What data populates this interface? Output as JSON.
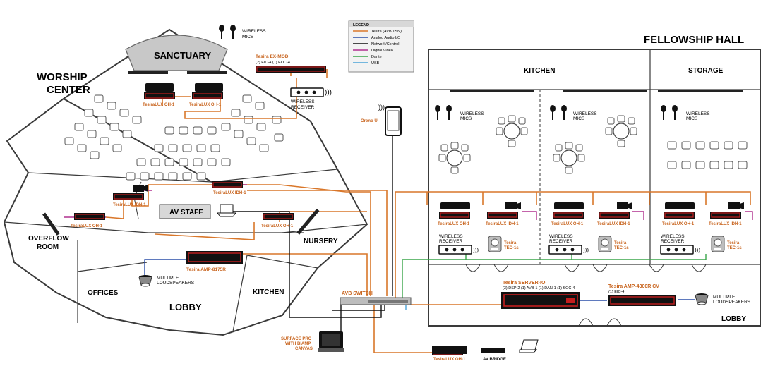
{
  "colors": {
    "avb": "#d9772a",
    "analog": "#2a4fa8",
    "network": "#111111",
    "video": "#b0308f",
    "dante": "#3aa64a",
    "usb": "#4aa3d8",
    "brand_red": "#c41e1e",
    "label_orange": "#c8641e",
    "wall": "#3a3a3a"
  },
  "titles": {
    "worship": "WORSHIP",
    "center": "CENTER",
    "fellowship": "FELLOWSHIP HALL"
  },
  "legend": {
    "heading": "LEGEND",
    "items": [
      {
        "label": "Tesira (AVB/TSN)",
        "color": "#d9772a"
      },
      {
        "label": "Analog Audio I/O",
        "color": "#2a4fa8"
      },
      {
        "label": "Network/Control",
        "color": "#111111"
      },
      {
        "label": "Digital Video",
        "color": "#b0308f"
      },
      {
        "label": "Dante",
        "color": "#3aa64a"
      },
      {
        "label": "USB",
        "color": "#4aa3d8"
      }
    ]
  },
  "rooms": {
    "sanctuary": "SANCTUARY",
    "av_staff": "AV STAFF",
    "overflow_1": "OVERFLOW",
    "overflow_2": "ROOM",
    "nursery": "NURSERY",
    "offices": "OFFICES",
    "lobby": "LOBBY",
    "kitchen": "KITCHEN",
    "fh_kitchen": "KITCHEN",
    "fh_storage": "STORAGE",
    "fh_lobby": "LOBBY"
  },
  "devices": {
    "ex_mod": "Tesira EX-MOD",
    "ex_mod_sub": "(2) EIC-4  (1) EOC-4",
    "wireless_receiver_1": "WIRELESS",
    "wireless_receiver_2": "RECEIVER",
    "wireless_mics_1": "WIRELESS",
    "wireless_mics_2": "MICS",
    "oh1": "TesiraLUX OH-1",
    "idh1": "TesiraLUX IDH-1",
    "amp8175r": "Tesira AMP-8175R",
    "multiple_1": "MULTIPLE",
    "multiple_2": "LOUDSPEAKERS",
    "oreno": "Oreno UI",
    "avb_switch": "AVB SWITCH",
    "surface_1": "SURFACE PRO",
    "surface_2": "WITH BIAMP",
    "surface_3": "CANVAS",
    "tec1s_1": "Tesira",
    "tec1s_2": "TEC-1s",
    "server_io": "Tesira SERVER-IO",
    "server_io_sub": "(3) DSP-2  (1) AVB-1  (1) DAN-1  (1) SOC-4",
    "amp4300": "Tesira AMP-4300R CV",
    "amp4300_sub": "(1) EIC-4",
    "av_bridge": "AV BRIDGE"
  }
}
